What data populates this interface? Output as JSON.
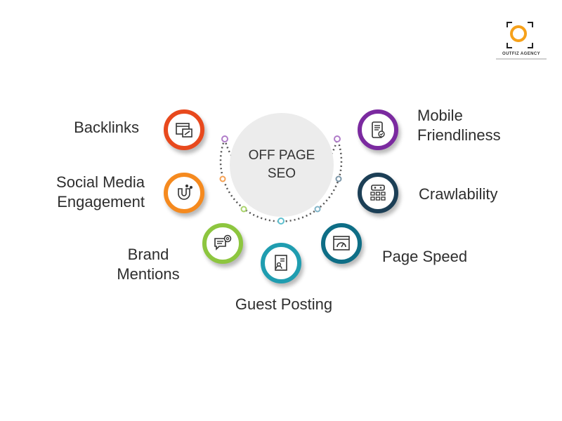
{
  "logo": {
    "name": "OUTFIZ AGENCY",
    "icon": "orange-ring-in-frame",
    "accent": "#f6a11a"
  },
  "center": {
    "title": "OFF PAGE\nSEO",
    "fill": "#ececec"
  },
  "items": [
    {
      "label": "Backlinks",
      "icon": "browser-link-icon",
      "color": "#e8491d"
    },
    {
      "label": "Social Media\nEngagement",
      "icon": "magnet-users-icon",
      "color": "#f58a1f"
    },
    {
      "label": "Brand\nMentions",
      "icon": "mention-chat-icon",
      "color": "#8dc63f"
    },
    {
      "label": "Guest Posting",
      "icon": "document-user-icon",
      "color": "#1f9db0"
    },
    {
      "label": "Page Speed",
      "icon": "speedometer-window-icon",
      "color": "#0e6e86"
    },
    {
      "label": "Crawlability",
      "icon": "robot-grid-icon",
      "color": "#1c3f56"
    },
    {
      "label": "Mobile\nFriendliness",
      "icon": "mobile-document-icon",
      "color": "#7b2aa0"
    }
  ]
}
